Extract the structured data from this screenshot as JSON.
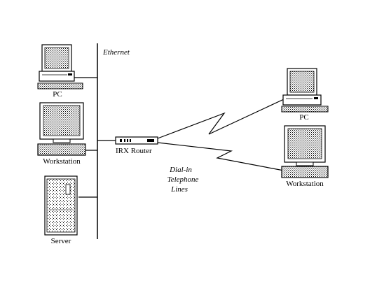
{
  "diagram": {
    "network_label": "Ethernet",
    "router_label": "IRX Router",
    "link_label_lines": [
      "Dial-in",
      "Telephone",
      "Lines"
    ],
    "local_devices": [
      {
        "type": "pc",
        "label": "PC"
      },
      {
        "type": "workstation",
        "label": "Workstation"
      },
      {
        "type": "server",
        "label": "Server"
      }
    ],
    "remote_devices": [
      {
        "type": "pc",
        "label": "PC"
      },
      {
        "type": "workstation",
        "label": "Workstation"
      }
    ]
  }
}
